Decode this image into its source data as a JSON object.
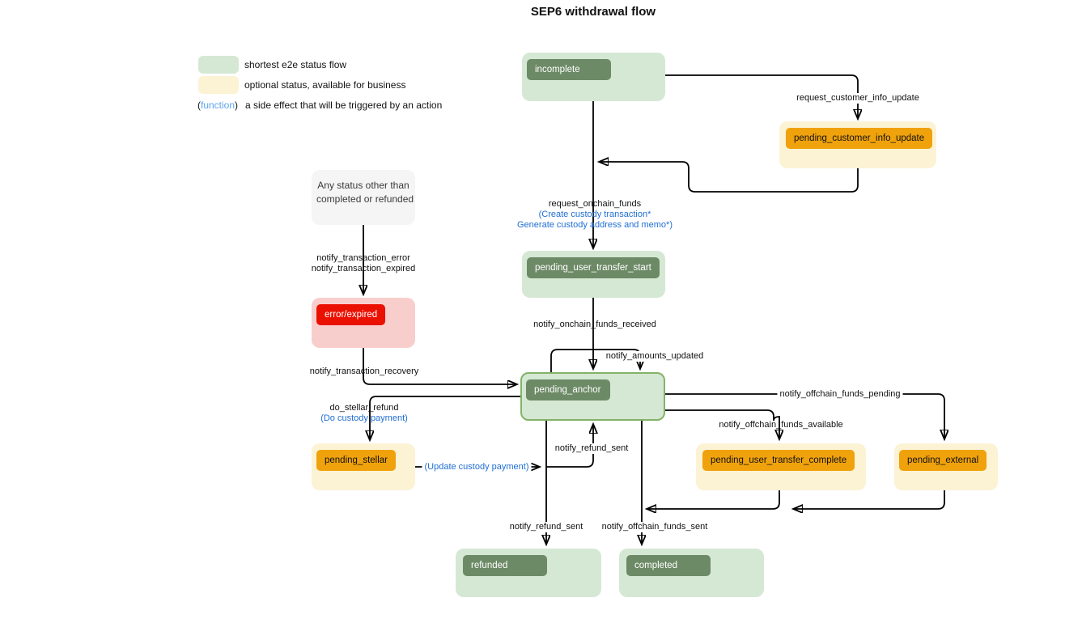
{
  "title": "SEP6 withdrawal flow",
  "colors": {
    "green-light": "#d5e8d4",
    "green-dark": "#6d8a66",
    "green-border": "#82b366",
    "cream": "#fcf2d4",
    "orange": "#f0a20c",
    "red": "#eb1102",
    "pink": "#f8cecc",
    "gray-note": "#f5f5f5",
    "blue-fn": "#1f6ed4",
    "blue-fn-light": "#5ca3ef",
    "edge": "#000000"
  },
  "legend": {
    "shortest_label": "shortest e2e status flow",
    "optional_label": "optional status, available for business",
    "function_open": "(",
    "function_word": "function",
    "function_close": ")",
    "function_label": "a side effect that will be triggered by an action"
  },
  "nodes": {
    "incomplete": "incomplete",
    "pending_customer_info_update": "pending_customer_info_update",
    "pending_user_transfer_start": "pending_user_transfer_start",
    "any_status_note_line1": "Any status other than",
    "any_status_note_line2": "completed or refunded",
    "error_expired": "error/expired",
    "pending_anchor": "pending_anchor",
    "pending_stellar": "pending_stellar",
    "pending_user_transfer_complete": "pending_user_transfer_complete",
    "pending_external": "pending_external",
    "refunded": "refunded",
    "completed": "completed"
  },
  "edges": {
    "request_customer_info_update": "request_customer_info_update",
    "request_onchain_funds": "request_onchain_funds",
    "request_onchain_funds_fn1": "(Create custody transaction*",
    "request_onchain_funds_fn2": "Generate custody address and memo*)",
    "notify_onchain_funds_received": "notify_onchain_funds_received",
    "notify_amounts_updated": "notify_amounts_updated",
    "notify_transaction_error": "notify_transaction_error",
    "notify_transaction_expired": "notify_transaction_expired",
    "notify_transaction_recovery": "notify_transaction_recovery",
    "do_stellar_refund": "do_stellar_refund",
    "do_stellar_refund_fn": "(Do custody payment)",
    "update_custody_payment_fn": "(Update custody payment)",
    "notify_refund_sent_to_anchor": "notify_refund_sent",
    "notify_refund_sent_to_refunded": "notify_refund_sent",
    "notify_offchain_funds_sent": "notify_offchain_funds_sent",
    "notify_offchain_funds_pending": "notify_offchain_funds_pending",
    "notify_offchain_funds_available": "notify_offchain_funds_available"
  }
}
